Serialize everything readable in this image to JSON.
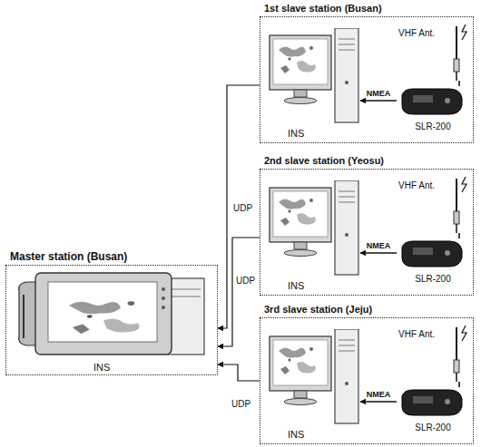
{
  "diagram": {
    "nodes": [
      {
        "text": [
          "Master station (Busan)"
        ]
      },
      {
        "text": [
          "INS"
        ],
        "in": 0
      },
      {
        "text": [
          "1st slave station (Busan)"
        ]
      },
      {
        "text": [
          "INS"
        ],
        "in": 2
      },
      {
        "text": [
          "SLR-200"
        ],
        "in": 2
      },
      {
        "text": [
          "VHF Ant."
        ],
        "in": 2
      },
      {
        "text": [
          "2nd slave station (Yeosu)"
        ]
      },
      {
        "text": [
          "INS"
        ],
        "in": 6
      },
      {
        "text": [
          "SLR-200"
        ],
        "in": 6
      },
      {
        "text": [
          "VHF Ant."
        ],
        "in": 6
      },
      {
        "text": [
          "3rd slave station (Jeju)"
        ]
      },
      {
        "text": [
          "INS"
        ],
        "in": 10
      },
      {
        "text": [
          "SLR-200"
        ],
        "in": 10
      },
      {
        "text": [
          "VHF Ant."
        ],
        "in": 10
      }
    ],
    "edges": [
      {
        "from": 4,
        "to": 3,
        "label": "NMEA",
        "arrow": "to"
      },
      {
        "from": 5,
        "to": 4,
        "arrow": "none"
      },
      {
        "from": 8,
        "to": 7,
        "label": "NMEA",
        "arrow": "to"
      },
      {
        "from": 9,
        "to": 8,
        "arrow": "none"
      },
      {
        "from": 12,
        "to": 11,
        "label": "NMEA",
        "arrow": "to"
      },
      {
        "from": 13,
        "to": 12,
        "arrow": "none"
      },
      {
        "from": 2,
        "to": 0,
        "label": "UDP",
        "arrow": "to"
      },
      {
        "from": 6,
        "to": 0,
        "label": "UDP",
        "arrow": "to"
      },
      {
        "from": 10,
        "to": 0,
        "label": "UDP",
        "arrow": "to"
      }
    ]
  }
}
